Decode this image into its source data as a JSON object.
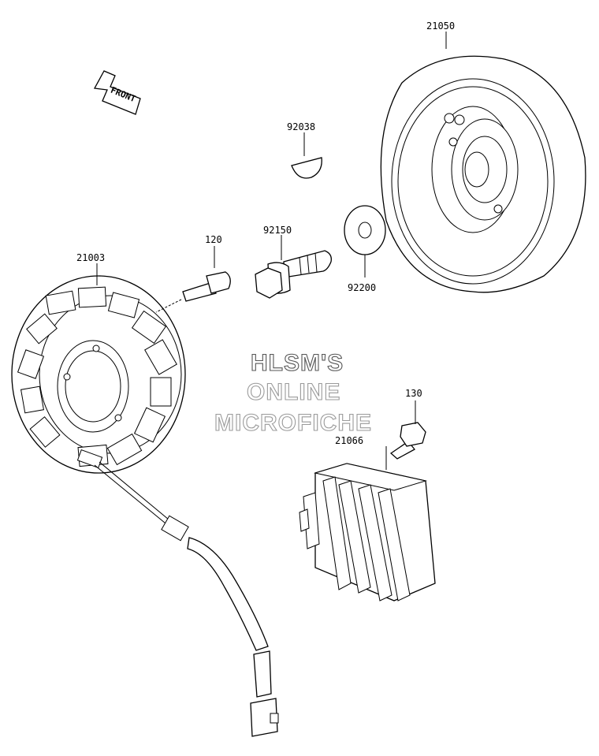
{
  "part_labels": {
    "p21050": "21050",
    "p92038": "92038",
    "p120": "120",
    "p92150": "92150",
    "p21003": "21003",
    "p92200": "92200",
    "p130": "130",
    "p21066": "21066"
  },
  "front_arrow": {
    "text": "FRONT"
  },
  "watermark": {
    "line1": "HLSM'S",
    "line2": "ONLINE",
    "line3": "MICROFICHE"
  }
}
